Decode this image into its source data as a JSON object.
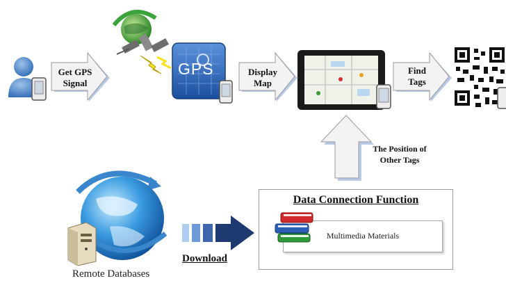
{
  "arrows": {
    "get_gps_line1": "Get GPS",
    "get_gps_line2": "Signal",
    "display_map_line1": "Display",
    "display_map_line2": "Map",
    "find_tags_line1": "Find",
    "find_tags_line2": "Tags",
    "position_line1": "The Position of",
    "position_line2": "Other Tags"
  },
  "gps_badge_text": "GPS",
  "data_connection": {
    "title": "Data Connection Function",
    "item": "Multimedia Materials"
  },
  "download_label": "Download",
  "remote_label": "Remote Databases",
  "colors": {
    "arrow_fill": "#f3f3f3",
    "arrow_shadow": "#b8c9e6",
    "gps_blue": "#2d63b8",
    "download_navy": "#1f3a70",
    "globe_blue": "#2b86d6"
  }
}
